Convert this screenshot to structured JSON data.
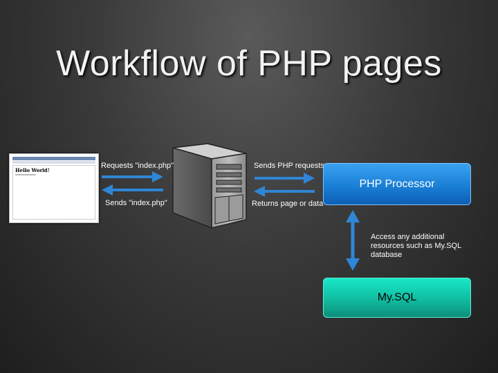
{
  "title": "Workflow of PHP pages",
  "browser": {
    "text": "Hello World!"
  },
  "labels": {
    "requests": "Requests \"index.php\"",
    "sends_index": "Sends \"index.php\"",
    "sends_php": "Sends PHP requests",
    "returns": "Returns page or data",
    "access": [
      "Access any additional",
      "resources such as My.SQL",
      "database"
    ]
  },
  "boxes": {
    "php_processor": "PHP Processor",
    "mysql": "My.SQL"
  },
  "colors": {
    "arrow": "#2f86d6",
    "php_box": "#1a7fd6",
    "mysql_box": "#10b89b"
  }
}
